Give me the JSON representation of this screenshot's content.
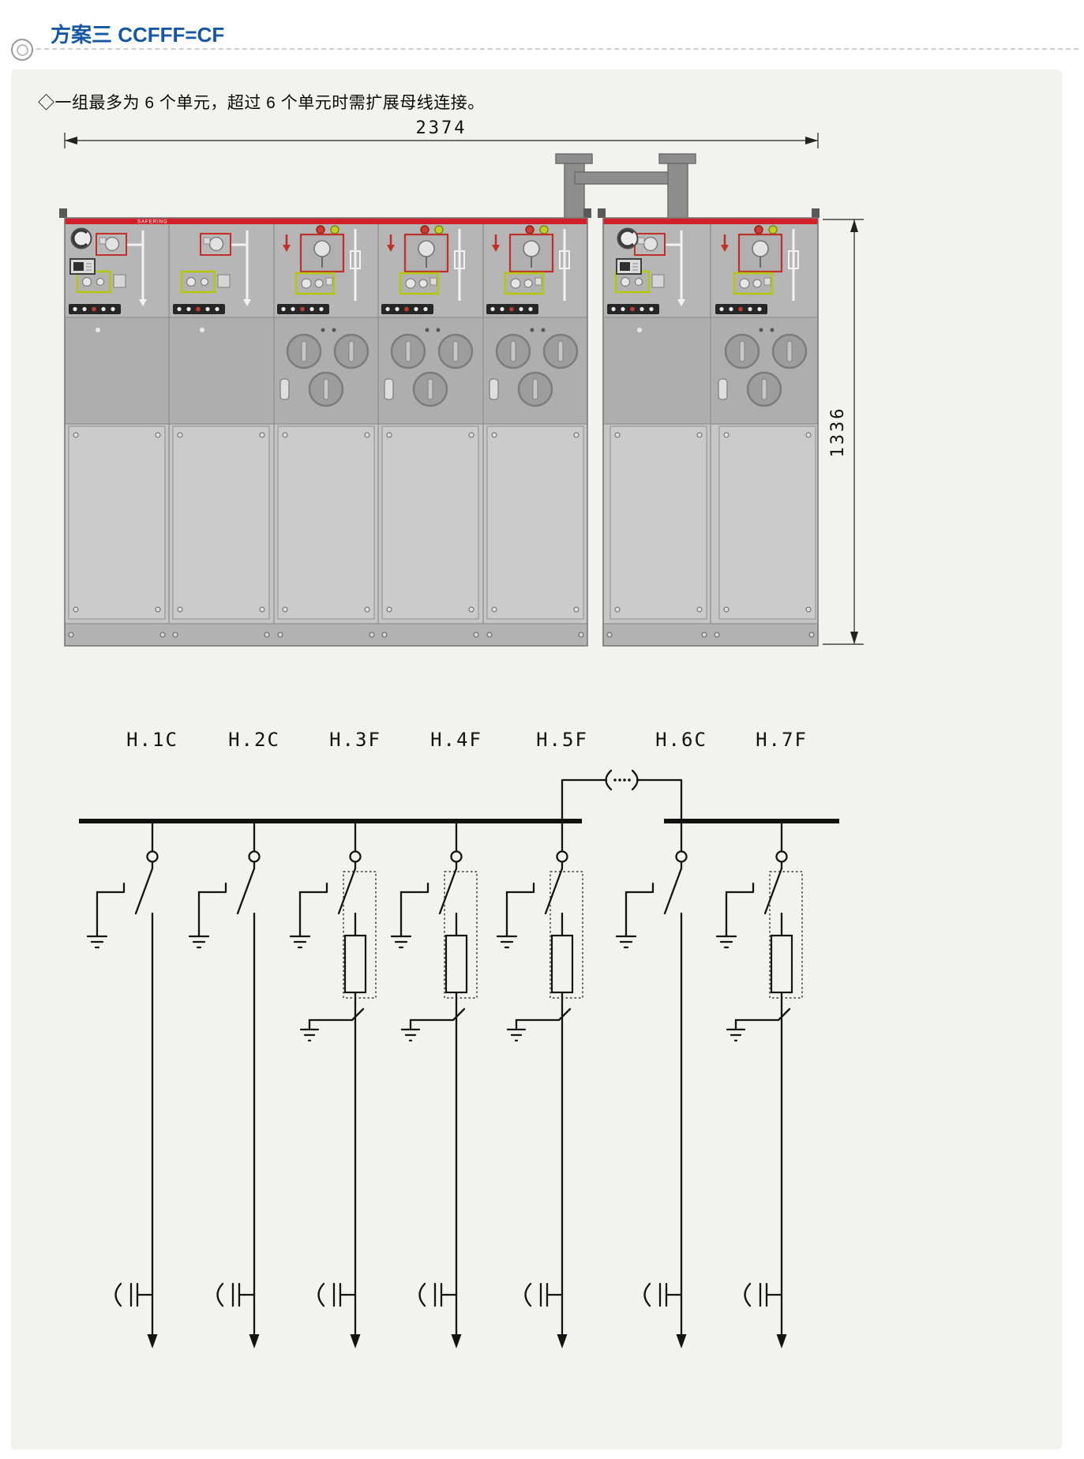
{
  "page": {
    "title": "方案三 CCFFF=CF",
    "note": "◇一组最多为 6 个单元，超过 6 个单元时需扩展母线连接。"
  },
  "cabinet": {
    "brand": "SAFERING",
    "dim_width": "2374",
    "dim_height": "1336"
  },
  "sld": {
    "labels": [
      "H.1C",
      "H.2C",
      "H.3F",
      "H.4F",
      "H.5F",
      "H.6C",
      "H.7F"
    ]
  },
  "colors": {
    "title_blue": "#1557a5",
    "accent_red": "#d1202a",
    "panel_bg": "#f2f2ef"
  }
}
